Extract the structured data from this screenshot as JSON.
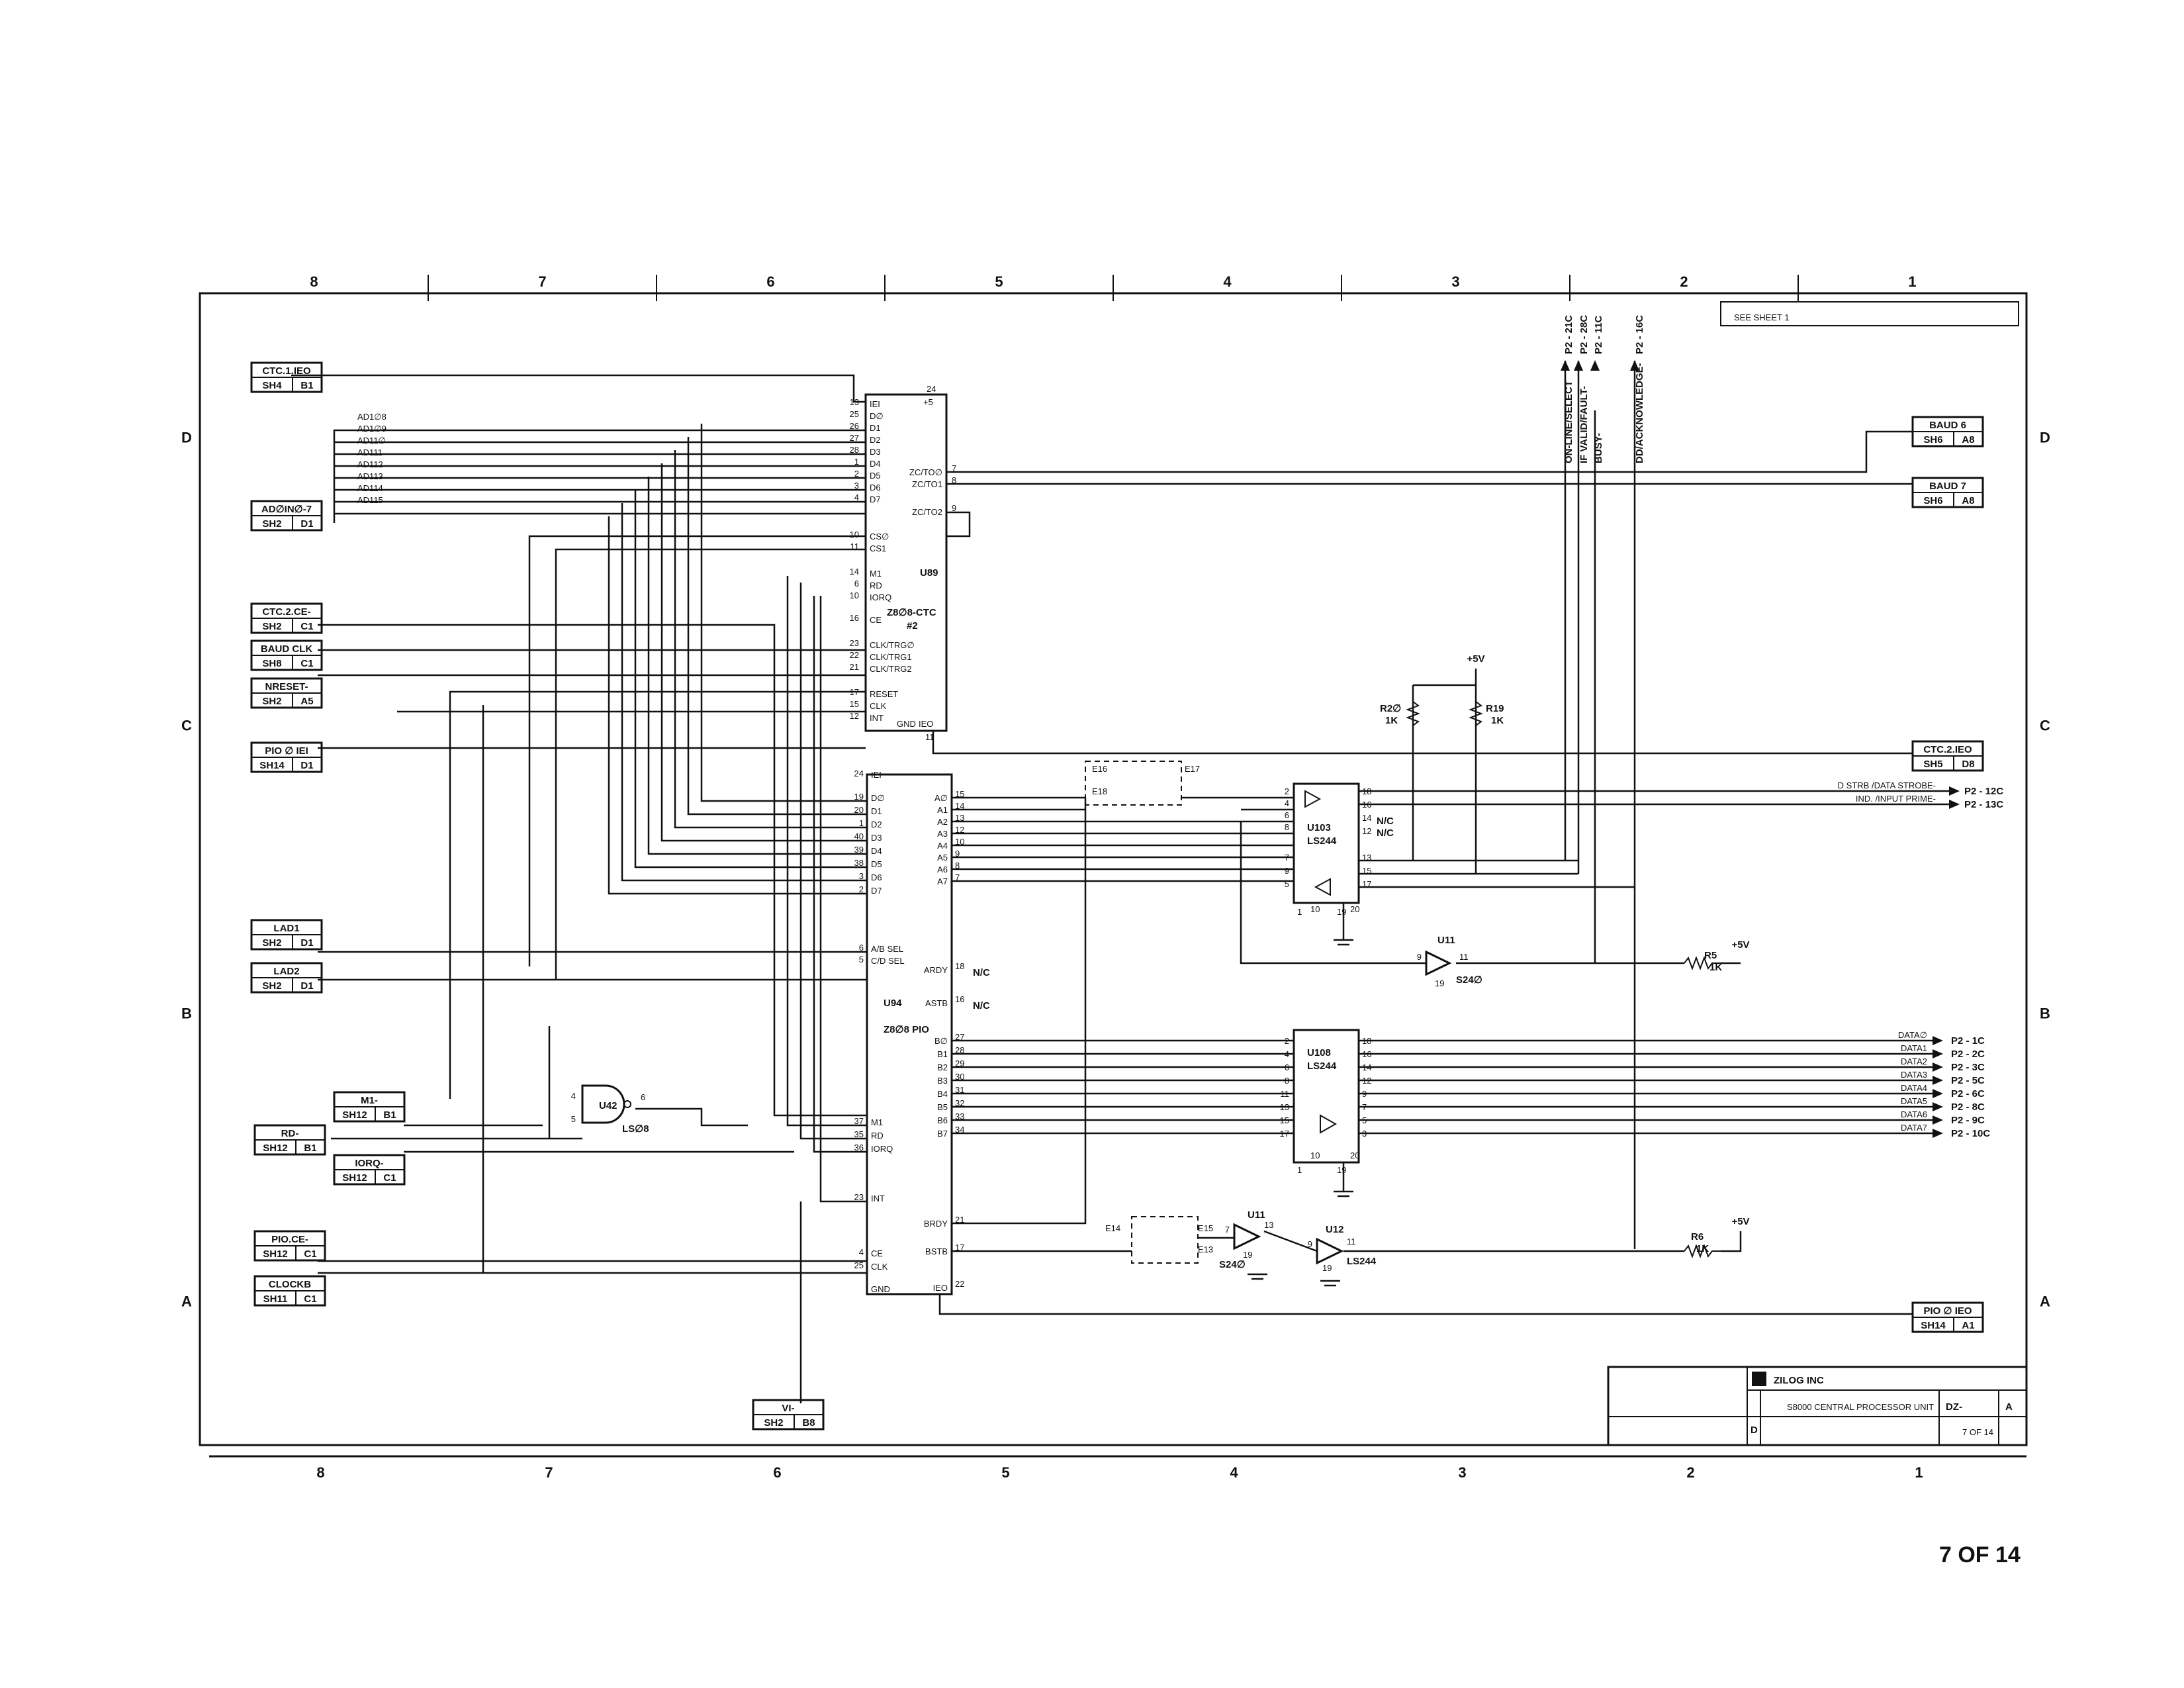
{
  "sheet_label": "7 OF 14",
  "zones": {
    "columns": [
      "8",
      "7",
      "6",
      "5",
      "4",
      "3",
      "2",
      "1"
    ],
    "rows": [
      "D",
      "C",
      "B",
      "A"
    ]
  },
  "left_refs": [
    {
      "id": "ctc1",
      "name": "CTC.1.IEO",
      "ref": [
        "SH4",
        "B1"
      ]
    },
    {
      "id": "adin",
      "name": "AD∅IN∅-7",
      "ref": [
        "SH2",
        "D1"
      ]
    },
    {
      "id": "ctc2ce",
      "name": "CTC.2.CE-",
      "ref": [
        "SH2",
        "C1"
      ]
    },
    {
      "id": "baudclk",
      "name": "BAUD CLK",
      "ref": [
        "SH8",
        "C1"
      ]
    },
    {
      "id": "nreset",
      "name": "NRESET-",
      "ref": [
        "SH2",
        "A5"
      ]
    },
    {
      "id": "pioiei",
      "name": "PIO ∅ IEI",
      "ref": [
        "SH14",
        "D1"
      ]
    },
    {
      "id": "lad1",
      "name": "LAD1",
      "ref": [
        "SH2",
        "D1"
      ]
    },
    {
      "id": "lad2",
      "name": "LAD2",
      "ref": [
        "SH2",
        "D1"
      ]
    },
    {
      "id": "m1",
      "name": "M1-",
      "ref": [
        "SH12",
        "B1"
      ]
    },
    {
      "id": "rd",
      "name": "RD-",
      "ref": [
        "SH12",
        "B1"
      ]
    },
    {
      "id": "iorq",
      "name": "IORQ-",
      "ref": [
        "SH12",
        "C1"
      ]
    },
    {
      "id": "pioce",
      "name": "PIO.CE-",
      "ref": [
        "SH12",
        "C1"
      ]
    },
    {
      "id": "clockb",
      "name": "CLOCKB",
      "ref": [
        "SH11",
        "C1"
      ]
    },
    {
      "id": "vi",
      "name": "VI-",
      "ref": [
        "SH2",
        "B8"
      ]
    }
  ],
  "right_refs": [
    {
      "id": "baud6",
      "name": "BAUD 6",
      "ref": [
        "SH6",
        "A8"
      ]
    },
    {
      "id": "baud7",
      "name": "BAUD 7",
      "ref": [
        "SH6",
        "A8"
      ]
    },
    {
      "id": "ctc2ieo",
      "name": "CTC.2.IEO",
      "ref": [
        "SH5",
        "D8"
      ]
    },
    {
      "id": "pioieo",
      "name": "PIO ∅ IEO",
      "ref": [
        "SH14",
        "A1"
      ]
    }
  ],
  "ad_bus": [
    "AD1∅8",
    "AD1∅9",
    "AD11∅",
    "AD111",
    "AD112",
    "AD113",
    "AD114",
    "AD115"
  ],
  "top_connectors": [
    "ON-LINE/SELECT",
    "IF VALID/FAULT-",
    "BUSY-",
    "DD/ACKNOWLEDGE-"
  ],
  "top_pins": [
    "P2 - 21C",
    "P2 - 28C",
    "P2 - 11C",
    "P2 - 16C"
  ],
  "ctc": {
    "designator": "U89",
    "part": "Z8∅8-CTC",
    "sub": "#2",
    "inputs": [
      "IEI",
      "D∅",
      "D1",
      "D2",
      "D3",
      "D4",
      "D5",
      "D6",
      "D7",
      "CS∅",
      "CS1",
      "M1",
      "RD",
      "IORQ",
      "CE",
      "CLK/TRG∅",
      "CLK/TRG1",
      "CLK/TRG2",
      "RESET",
      "CLK",
      "INT"
    ],
    "input_pins": [
      "13",
      "25",
      "26",
      "27",
      "28",
      "1",
      "2",
      "3",
      "4",
      "10",
      "11",
      "14",
      "6",
      "10",
      "16",
      "23",
      "22",
      "21",
      "17",
      "15",
      "12"
    ],
    "outputs": [
      "ZC/TO∅",
      "ZC/TO1",
      "ZC/TO2"
    ],
    "output_pins": [
      "7",
      "8",
      "9"
    ],
    "misc": [
      "24",
      "+5",
      "GND",
      "IEO",
      "11"
    ]
  },
  "pio": {
    "designator": "U94",
    "part": "Z8∅8 PIO",
    "inputs": [
      "IEI",
      "D∅",
      "D1",
      "D2",
      "D3",
      "D4",
      "D5",
      "D6",
      "D7",
      "A/B SEL",
      "C/D SEL",
      "M1",
      "RD",
      "IORQ",
      "INT",
      "CE",
      "CLK",
      "GND"
    ],
    "input_pins": [
      "24",
      "19",
      "20",
      "1",
      "40",
      "39",
      "38",
      "3",
      "2",
      "6",
      "5",
      "37",
      "35",
      "36",
      "23",
      "4",
      "25"
    ],
    "a_port": [
      "A∅",
      "A1",
      "A2",
      "A3",
      "A4",
      "A5",
      "A6",
      "A7"
    ],
    "a_pins": [
      "15",
      "14",
      "13",
      "12",
      "10",
      "9",
      "8",
      "7"
    ],
    "b_port": [
      "B∅",
      "B1",
      "B2",
      "B3",
      "B4",
      "B5",
      "B6",
      "B7"
    ],
    "b_pins": [
      "27",
      "28",
      "29",
      "30",
      "31",
      "32",
      "33",
      "34"
    ],
    "side": [
      "ARDY",
      "ASTB",
      "BRDY",
      "BSTB",
      "IEO"
    ],
    "side_pins": [
      "18",
      "16",
      "21",
      "17",
      "22"
    ],
    "nc": "N/C"
  },
  "buffers": [
    {
      "id": "u103",
      "designator": "U103",
      "part": "LS244",
      "in_pins": [
        "2",
        "4",
        "6",
        "8"
      ],
      "out_pins": [
        "18",
        "16",
        "14",
        "12"
      ],
      "low_pins": [
        "7",
        "9",
        "5"
      ],
      "right_low": [
        "13",
        "15",
        "17"
      ],
      "ctrl": [
        "1",
        "19",
        "10",
        "20"
      ]
    },
    {
      "id": "u108",
      "designator": "U108",
      "part": "LS244",
      "in_pins": [
        "2",
        "4",
        "6",
        "8",
        "11",
        "13",
        "15",
        "17"
      ],
      "out_pins": [
        "18",
        "16",
        "14",
        "12",
        "9",
        "7",
        "5",
        "3"
      ],
      "ctrl": [
        "1",
        "19",
        "10",
        "20"
      ]
    }
  ],
  "gates": [
    {
      "id": "u42",
      "designator": "U42",
      "part": "LS∅8",
      "pins": [
        "4",
        "5",
        "6"
      ]
    },
    {
      "id": "u11a",
      "designator": "U11",
      "part": "S24∅",
      "pins": [
        "9",
        "11",
        "19"
      ]
    },
    {
      "id": "u11b",
      "designator": "U11",
      "part": "S24∅",
      "pins": [
        "7",
        "13",
        "19"
      ]
    },
    {
      "id": "u12",
      "designator": "U12",
      "part": "LS244",
      "pins": [
        "9",
        "11",
        "19"
      ]
    }
  ],
  "jumpers": [
    "E16",
    "E17",
    "E18",
    "E14",
    "E15",
    "E13"
  ],
  "resistors": [
    {
      "name": "R2∅",
      "value": "1K"
    },
    {
      "name": "R19",
      "value": "1K"
    },
    {
      "name": "R5",
      "value": "1K"
    },
    {
      "name": "R6",
      "value": "1K"
    }
  ],
  "supply": "+5V",
  "nc_labels": [
    "N/C",
    "N/C"
  ],
  "strobe_out": [
    {
      "name": "D STRB /DATA STROBE-",
      "pin": "P2 - 12C"
    },
    {
      "name": "IND. /INPUT PRIME-",
      "pin": "P2 - 13C"
    }
  ],
  "data_out": [
    {
      "name": "DATA∅",
      "pin": "P2 - 1C"
    },
    {
      "name": "DATA1",
      "pin": "P2 - 2C"
    },
    {
      "name": "DATA2",
      "pin": "P2 - 3C"
    },
    {
      "name": "DATA3",
      "pin": "P2 - 5C"
    },
    {
      "name": "DATA4",
      "pin": "P2 - 6C"
    },
    {
      "name": "DATA5",
      "pin": "P2 - 8C"
    },
    {
      "name": "DATA6",
      "pin": "P2 - 9C"
    },
    {
      "name": "DATA7",
      "pin": "P2 - 10C"
    }
  ],
  "title_block": {
    "company": "ZILOG INC",
    "title": "S8000 CENTRAL PROCESSOR UNIT",
    "size": "D",
    "dwg": "DZ-",
    "rev": "A",
    "sheet": "7 OF 14"
  },
  "note": "SEE SHEET 1"
}
